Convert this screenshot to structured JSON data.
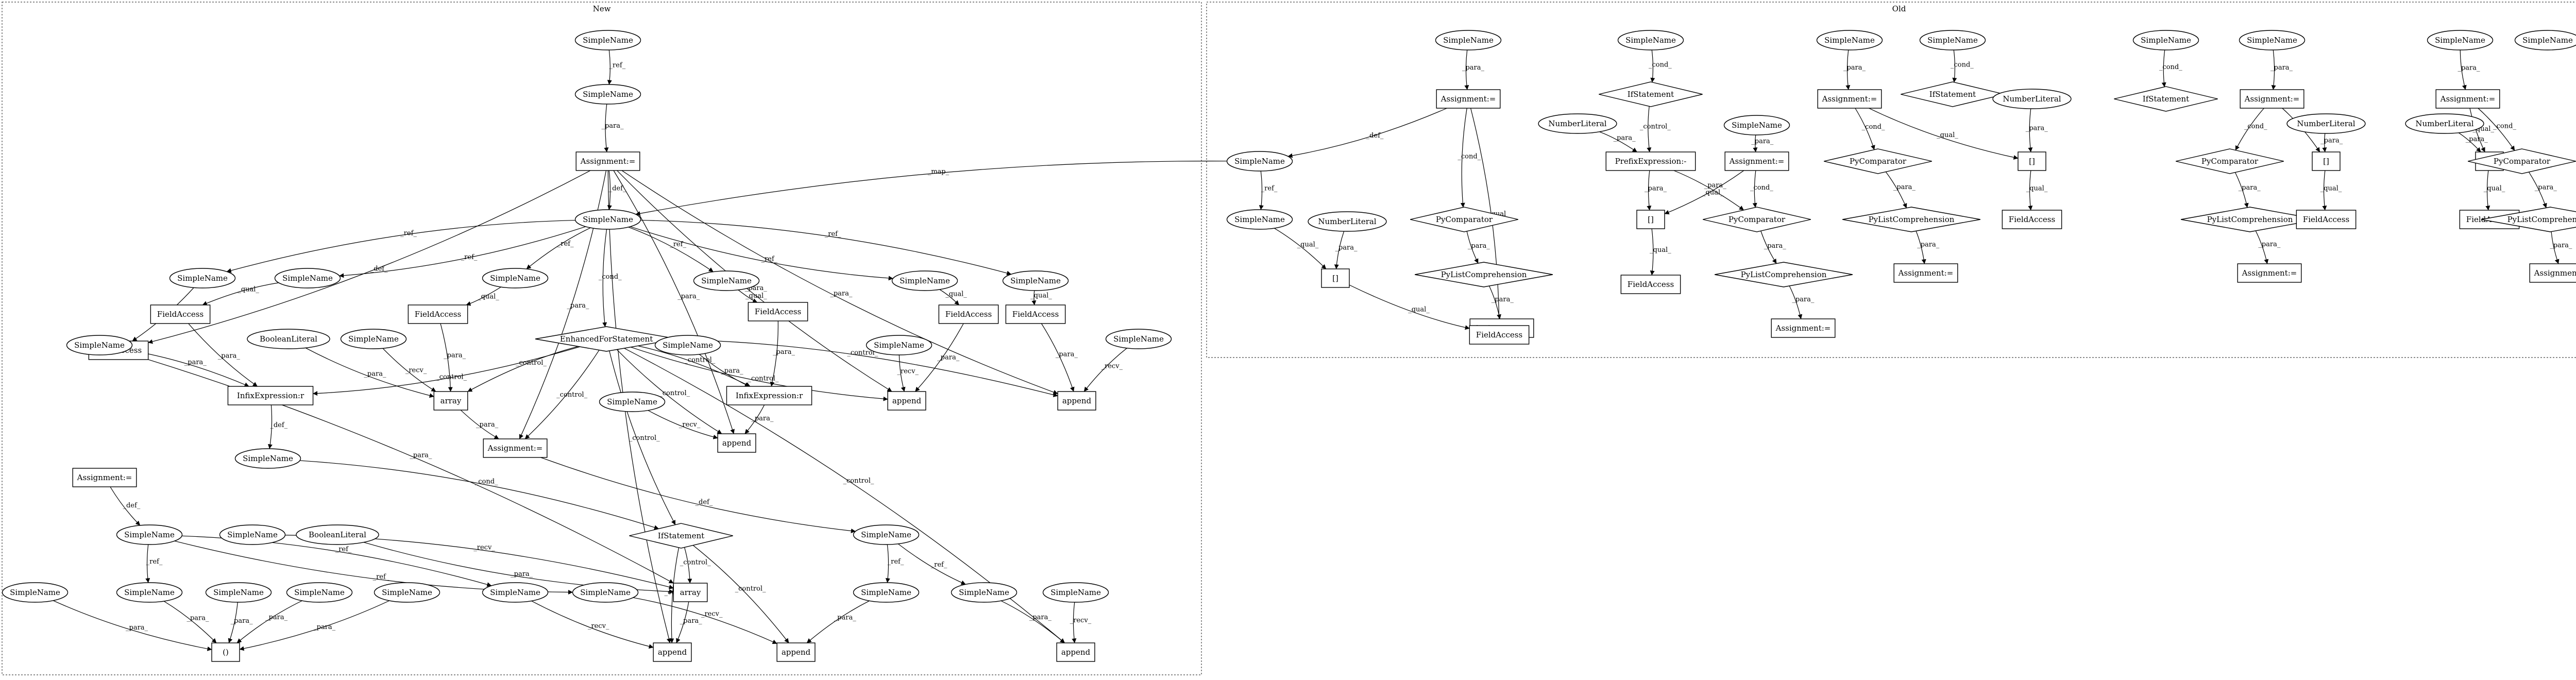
{
  "clusters": [
    {
      "id": "new",
      "label": "New"
    },
    {
      "id": "old",
      "label": "Old"
    }
  ],
  "nodes": [
    {
      "id": "n1",
      "label": "SimpleName",
      "shape": "ellipse"
    },
    {
      "id": "n2",
      "label": "SimpleName",
      "shape": "ellipse"
    },
    {
      "id": "n3",
      "label": "Assignment:=",
      "shape": "box"
    },
    {
      "id": "n4",
      "label": "SimpleName",
      "shape": "ellipse"
    },
    {
      "id": "n5",
      "label": "SimpleName",
      "shape": "ellipse"
    },
    {
      "id": "n6",
      "label": "SimpleName",
      "shape": "ellipse"
    },
    {
      "id": "n7",
      "label": "SimpleName",
      "shape": "ellipse"
    },
    {
      "id": "n8",
      "label": "SimpleName",
      "shape": "ellipse"
    },
    {
      "id": "n9",
      "label": "SimpleName",
      "shape": "ellipse"
    },
    {
      "id": "n10",
      "label": "SimpleName",
      "shape": "ellipse"
    },
    {
      "id": "n11",
      "label": "EnhancedForStatement",
      "shape": "diamond"
    },
    {
      "id": "n12",
      "label": "FieldAccess",
      "shape": "box"
    },
    {
      "id": "n13",
      "label": "FieldAccess",
      "shape": "box"
    },
    {
      "id": "n14",
      "label": "FieldAccess",
      "shape": "box"
    },
    {
      "id": "n15",
      "label": "FieldAccess",
      "shape": "box"
    },
    {
      "id": "n16",
      "label": "FieldAccess",
      "shape": "box"
    },
    {
      "id": "n17",
      "label": "FieldAccess",
      "shape": "box"
    },
    {
      "id": "n18",
      "label": "SimpleName",
      "shape": "ellipse"
    },
    {
      "id": "n19",
      "label": "BooleanLiteral",
      "shape": "ellipse"
    },
    {
      "id": "n20",
      "label": "SimpleName",
      "shape": "ellipse"
    },
    {
      "id": "n21",
      "label": "SimpleName",
      "shape": "ellipse"
    },
    {
      "id": "n22",
      "label": "SimpleName",
      "shape": "ellipse"
    },
    {
      "id": "n23",
      "label": "SimpleName",
      "shape": "ellipse"
    },
    {
      "id": "n24",
      "label": "InfixExpression:r",
      "shape": "box"
    },
    {
      "id": "n25",
      "label": "array",
      "shape": "box"
    },
    {
      "id": "n26",
      "label": "InfixExpression:r",
      "shape": "box"
    },
    {
      "id": "n27",
      "label": "append",
      "shape": "box"
    },
    {
      "id": "n28",
      "label": "append",
      "shape": "box"
    },
    {
      "id": "n29",
      "label": "SimpleName",
      "shape": "ellipse"
    },
    {
      "id": "n30",
      "label": "append",
      "shape": "box"
    },
    {
      "id": "n31",
      "label": "SimpleName",
      "shape": "ellipse"
    },
    {
      "id": "n32",
      "label": "Assignment:=",
      "shape": "box"
    },
    {
      "id": "n33",
      "label": "Assignment:=",
      "shape": "box"
    },
    {
      "id": "n34",
      "label": "IfStatement",
      "shape": "diamond"
    },
    {
      "id": "n35",
      "label": "SimpleName",
      "shape": "ellipse"
    },
    {
      "id": "n36",
      "label": "SimpleName",
      "shape": "ellipse"
    },
    {
      "id": "n37",
      "label": "SimpleName",
      "shape": "ellipse"
    },
    {
      "id": "n38",
      "label": "BooleanLiteral",
      "shape": "ellipse"
    },
    {
      "id": "n39",
      "label": "SimpleName",
      "shape": "ellipse"
    },
    {
      "id": "n40",
      "label": "SimpleName",
      "shape": "ellipse"
    },
    {
      "id": "n41",
      "label": "SimpleName",
      "shape": "ellipse"
    },
    {
      "id": "n42",
      "label": "SimpleName",
      "shape": "ellipse"
    },
    {
      "id": "n43",
      "label": "SimpleName",
      "shape": "ellipse"
    },
    {
      "id": "n44",
      "label": "SimpleName",
      "shape": "ellipse"
    },
    {
      "id": "n45",
      "label": "SimpleName",
      "shape": "ellipse"
    },
    {
      "id": "n46",
      "label": "array",
      "shape": "box"
    },
    {
      "id": "n47",
      "label": "SimpleName",
      "shape": "ellipse"
    },
    {
      "id": "n48",
      "label": "SimpleName",
      "shape": "ellipse"
    },
    {
      "id": "n49",
      "label": "SimpleName",
      "shape": "ellipse"
    },
    {
      "id": "n50",
      "label": "()",
      "shape": "box"
    },
    {
      "id": "n51",
      "label": "append",
      "shape": "box"
    },
    {
      "id": "n52",
      "label": "append",
      "shape": "box"
    },
    {
      "id": "n53",
      "label": "append",
      "shape": "box"
    },
    {
      "id": "o1",
      "label": "SimpleName",
      "shape": "ellipse"
    },
    {
      "id": "o2",
      "label": "Assignment:=",
      "shape": "box"
    },
    {
      "id": "o3",
      "label": "SimpleName",
      "shape": "ellipse"
    },
    {
      "id": "o4",
      "label": "PyComparator",
      "shape": "diamond"
    },
    {
      "id": "o5",
      "label": "SimpleName",
      "shape": "ellipse"
    },
    {
      "id": "o6",
      "label": "NumberLiteral",
      "shape": "ellipse"
    },
    {
      "id": "o7",
      "label": "PyListComprehension",
      "shape": "diamond"
    },
    {
      "id": "o8",
      "label": "[]",
      "shape": "box"
    },
    {
      "id": "o9",
      "label": "Assignment:=",
      "shape": "box"
    },
    {
      "id": "o10",
      "label": "FieldAccess",
      "shape": "box"
    },
    {
      "id": "o11",
      "label": "SimpleName",
      "shape": "ellipse"
    },
    {
      "id": "o12",
      "label": "IfStatement",
      "shape": "diamond"
    },
    {
      "id": "o13",
      "label": "NumberLiteral",
      "shape": "ellipse"
    },
    {
      "id": "o14",
      "label": "PrefixExpression:-",
      "shape": "box"
    },
    {
      "id": "o15",
      "label": "SimpleName",
      "shape": "ellipse"
    },
    {
      "id": "o16",
      "label": "Assignment:=",
      "shape": "box"
    },
    {
      "id": "o17",
      "label": "[]",
      "shape": "box"
    },
    {
      "id": "o18",
      "label": "PyComparator",
      "shape": "diamond"
    },
    {
      "id": "o19",
      "label": "FieldAccess",
      "shape": "box"
    },
    {
      "id": "o20",
      "label": "PyListComprehension",
      "shape": "diamond"
    },
    {
      "id": "o21",
      "label": "Assignment:=",
      "shape": "box"
    },
    {
      "id": "o22",
      "label": "SimpleName",
      "shape": "ellipse"
    },
    {
      "id": "o23",
      "label": "SimpleName",
      "shape": "ellipse"
    },
    {
      "id": "o24",
      "label": "Assignment:=",
      "shape": "box"
    },
    {
      "id": "o25",
      "label": "IfStatement",
      "shape": "diamond"
    },
    {
      "id": "o26",
      "label": "NumberLiteral",
      "shape": "ellipse"
    },
    {
      "id": "o27",
      "label": "[]",
      "shape": "box"
    },
    {
      "id": "o28",
      "label": "PyComparator",
      "shape": "diamond"
    },
    {
      "id": "o29",
      "label": "PyListComprehension",
      "shape": "diamond"
    },
    {
      "id": "o30",
      "label": "FieldAccess",
      "shape": "box"
    },
    {
      "id": "o31",
      "label": "Assignment:=",
      "shape": "box"
    },
    {
      "id": "o32",
      "label": "SimpleName",
      "shape": "ellipse"
    },
    {
      "id": "o33",
      "label": "IfStatement",
      "shape": "diamond"
    },
    {
      "id": "o34",
      "label": "SimpleName",
      "shape": "ellipse"
    },
    {
      "id": "o35",
      "label": "Assignment:=",
      "shape": "box"
    },
    {
      "id": "o36",
      "label": "NumberLiteral",
      "shape": "ellipse"
    },
    {
      "id": "o37",
      "label": "PyComparator",
      "shape": "diamond"
    },
    {
      "id": "o38",
      "label": "[]",
      "shape": "box"
    },
    {
      "id": "o39",
      "label": "PyListComprehension",
      "shape": "diamond"
    },
    {
      "id": "o40",
      "label": "FieldAccess",
      "shape": "box"
    },
    {
      "id": "o41",
      "label": "Assignment:=",
      "shape": "box"
    },
    {
      "id": "o42",
      "label": "SimpleName",
      "shape": "ellipse"
    },
    {
      "id": "o43",
      "label": "SimpleName",
      "shape": "ellipse"
    },
    {
      "id": "o44",
      "label": "NumberLiteral",
      "shape": "ellipse"
    },
    {
      "id": "o45",
      "label": "Assignment:=",
      "shape": "box"
    },
    {
      "id": "o46",
      "label": "[]",
      "shape": "box"
    },
    {
      "id": "o47",
      "label": "PyComparator",
      "shape": "diamond"
    },
    {
      "id": "o48",
      "label": "FieldAccess",
      "shape": "box"
    },
    {
      "id": "o49",
      "label": "PyListComprehension",
      "shape": "diamond"
    },
    {
      "id": "o50",
      "label": "Assignment:=",
      "shape": "box"
    }
  ],
  "edges": [
    {
      "from": "n1",
      "to": "n2",
      "label": "_ref_"
    },
    {
      "from": "n2",
      "to": "n3",
      "label": "_para_"
    },
    {
      "from": "n3",
      "to": "n4",
      "label": "_def_"
    },
    {
      "from": "n3",
      "to": "n28",
      "label": "_para_"
    },
    {
      "from": "n3",
      "to": "n30",
      "label": "_para_"
    },
    {
      "from": "n3",
      "to": "n27",
      "label": "_para_"
    },
    {
      "from": "n3",
      "to": "n32",
      "label": "_para_"
    },
    {
      "from": "n3",
      "to": "n51",
      "label": "_para_"
    },
    {
      "from": "n3",
      "to": "n12",
      "label": "_def_"
    },
    {
      "from": "n4",
      "to": "n5",
      "label": "_ref_"
    },
    {
      "from": "n4",
      "to": "n6",
      "label": "_ref_"
    },
    {
      "from": "n4",
      "to": "n7",
      "label": "_ref_"
    },
    {
      "from": "n4",
      "to": "n8",
      "label": "_ref_"
    },
    {
      "from": "n4",
      "to": "n9",
      "label": "_ref_"
    },
    {
      "from": "n4",
      "to": "n10",
      "label": "_ref_"
    },
    {
      "from": "n4",
      "to": "n11",
      "label": "_cond_"
    },
    {
      "from": "n5",
      "to": "n12",
      "label": "_qual_"
    },
    {
      "from": "n6",
      "to": "n13",
      "label": "_qual_"
    },
    {
      "from": "n7",
      "to": "n14",
      "label": "_qual_"
    },
    {
      "from": "n8",
      "to": "n15",
      "label": "_qual_"
    },
    {
      "from": "n9",
      "to": "n16",
      "label": "_qual_"
    },
    {
      "from": "n10",
      "to": "n17",
      "label": "_qual_"
    },
    {
      "from": "n11",
      "to": "n24",
      "label": "_control_"
    },
    {
      "from": "n11",
      "to": "n25",
      "label": "_control_"
    },
    {
      "from": "n11",
      "to": "n26",
      "label": "_control_"
    },
    {
      "from": "n11",
      "to": "n27",
      "label": "_control_"
    },
    {
      "from": "n11",
      "to": "n28",
      "label": "_control_"
    },
    {
      "from": "n11",
      "to": "n30",
      "label": "_control_"
    },
    {
      "from": "n11",
      "to": "n32",
      "label": "_control_"
    },
    {
      "from": "n11",
      "to": "n34",
      "label": "_control_"
    },
    {
      "from": "n11",
      "to": "n53",
      "label": "_control_"
    },
    {
      "from": "n13",
      "to": "n24",
      "label": "_para_"
    },
    {
      "from": "n18",
      "to": "n24",
      "label": "_para_"
    },
    {
      "from": "n19",
      "to": "n25",
      "label": "_para_"
    },
    {
      "from": "n14",
      "to": "n25",
      "label": "_para_"
    },
    {
      "from": "n20",
      "to": "n25",
      "label": "_recv_"
    },
    {
      "from": "n15",
      "to": "n26",
      "label": "_para_"
    },
    {
      "from": "n21",
      "to": "n26",
      "label": "_para_"
    },
    {
      "from": "n16",
      "to": "n27",
      "label": "_para_"
    },
    {
      "from": "n22",
      "to": "n27",
      "label": "_recv_"
    },
    {
      "from": "n17",
      "to": "n28",
      "label": "_para_"
    },
    {
      "from": "n23",
      "to": "n28",
      "label": "_recv_"
    },
    {
      "from": "n24",
      "to": "n31",
      "label": "_def_"
    },
    {
      "from": "n25",
      "to": "n32",
      "label": "_para_"
    },
    {
      "from": "n26",
      "to": "n30",
      "label": "_para_"
    },
    {
      "from": "n29",
      "to": "n30",
      "label": "_recv_"
    },
    {
      "from": "n31",
      "to": "n34",
      "label": "_cond_"
    },
    {
      "from": "n32",
      "to": "n36",
      "label": "_def_"
    },
    {
      "from": "n12",
      "to": "n46",
      "label": "_para_"
    },
    {
      "from": "n33",
      "to": "n35",
      "label": "_def_"
    },
    {
      "from": "n34",
      "to": "n46",
      "label": "_control_"
    },
    {
      "from": "n34",
      "to": "n51",
      "label": "_control_"
    },
    {
      "from": "n34",
      "to": "n52",
      "label": "_control_"
    },
    {
      "from": "n35",
      "to": "n39",
      "label": "_ref_"
    },
    {
      "from": "n35",
      "to": "n40",
      "label": "_ref_"
    },
    {
      "from": "n35",
      "to": "n41",
      "label": "_ref_"
    },
    {
      "from": "n36",
      "to": "n42",
      "label": "_ref_"
    },
    {
      "from": "n36",
      "to": "n43",
      "label": "_ref_"
    },
    {
      "from": "n37",
      "to": "n46",
      "label": "_recv_"
    },
    {
      "from": "n38",
      "to": "n46",
      "label": "_para_"
    },
    {
      "from": "n39",
      "to": "n50",
      "label": "_para_"
    },
    {
      "from": "n40",
      "to": "n51",
      "label": "_recv_"
    },
    {
      "from": "n41",
      "to": "n52",
      "label": "_recv_"
    },
    {
      "from": "n42",
      "to": "n52",
      "label": "_para_"
    },
    {
      "from": "n43",
      "to": "n53",
      "label": "_para_"
    },
    {
      "from": "n44",
      "to": "n50",
      "label": "_para_"
    },
    {
      "from": "n45",
      "to": "n50",
      "label": "_para_"
    },
    {
      "from": "n47",
      "to": "n50",
      "label": "_para_"
    },
    {
      "from": "n48",
      "to": "n50",
      "label": "_para_"
    },
    {
      "from": "n49",
      "to": "n53",
      "label": "_recv_"
    },
    {
      "from": "n46",
      "to": "n51",
      "label": "_para_"
    },
    {
      "from": "o1",
      "to": "o2",
      "label": "_para_"
    },
    {
      "from": "o2",
      "to": "o3",
      "label": "_def_"
    },
    {
      "from": "o2",
      "to": "o4",
      "label": "_cond_"
    },
    {
      "from": "o2",
      "to": "o10",
      "label": "_qual_"
    },
    {
      "from": "o3",
      "to": "n4",
      "label": "_map_"
    },
    {
      "from": "o3",
      "to": "o5",
      "label": "_ref_"
    },
    {
      "from": "o4",
      "to": "o7",
      "label": "_para_"
    },
    {
      "from": "o5",
      "to": "o8",
      "label": "_qual_"
    },
    {
      "from": "o6",
      "to": "o8",
      "label": "_para_"
    },
    {
      "from": "o7",
      "to": "o9",
      "label": "_para_"
    },
    {
      "from": "o8",
      "to": "o10",
      "label": "_qual_"
    },
    {
      "from": "o11",
      "to": "o12",
      "label": "_cond_"
    },
    {
      "from": "o12",
      "to": "o14",
      "label": "_control_"
    },
    {
      "from": "o13",
      "to": "o14",
      "label": "_para_"
    },
    {
      "from": "o14",
      "to": "o17",
      "label": "_para_"
    },
    {
      "from": "o14",
      "to": "o18",
      "label": "_para_"
    },
    {
      "from": "o15",
      "to": "o16",
      "label": "_para_"
    },
    {
      "from": "o16",
      "to": "o17",
      "label": "_qual_"
    },
    {
      "from": "o16",
      "to": "o18",
      "label": "_cond_"
    },
    {
      "from": "o17",
      "to": "o19",
      "label": "_qual_"
    },
    {
      "from": "o18",
      "to": "o20",
      "label": "_para_"
    },
    {
      "from": "o20",
      "to": "o21",
      "label": "_para_"
    },
    {
      "from": "o22",
      "to": "o24",
      "label": "_para_"
    },
    {
      "from": "o23",
      "to": "o25",
      "label": "_cond_"
    },
    {
      "from": "o24",
      "to": "o27",
      "label": "_qual_"
    },
    {
      "from": "o24",
      "to": "o28",
      "label": "_cond_"
    },
    {
      "from": "o26",
      "to": "o27",
      "label": "_para_"
    },
    {
      "from": "o28",
      "to": "o29",
      "label": "_para_"
    },
    {
      "from": "o27",
      "to": "o30",
      "label": "_qual_"
    },
    {
      "from": "o29",
      "to": "o31",
      "label": "_para_"
    },
    {
      "from": "o32",
      "to": "o33",
      "label": "_cond_"
    },
    {
      "from": "o34",
      "to": "o35",
      "label": "_para_"
    },
    {
      "from": "o35",
      "to": "o37",
      "label": "_cond_"
    },
    {
      "from": "o35",
      "to": "o38",
      "label": "_qual_"
    },
    {
      "from": "o36",
      "to": "o38",
      "label": "_para_"
    },
    {
      "from": "o37",
      "to": "o39",
      "label": "_para_"
    },
    {
      "from": "o38",
      "to": "o40",
      "label": "_qual_"
    },
    {
      "from": "o39",
      "to": "o41",
      "label": "_para_"
    },
    {
      "from": "o42",
      "to": "o45",
      "label": "_para_"
    },
    {
      "from": "o44",
      "to": "o46",
      "label": "_para_"
    },
    {
      "from": "o45",
      "to": "o46",
      "label": "_qual_"
    },
    {
      "from": "o45",
      "to": "o47",
      "label": "_cond_"
    },
    {
      "from": "o46",
      "to": "o48",
      "label": "_qual_"
    },
    {
      "from": "o47",
      "to": "o49",
      "label": "_para_"
    },
    {
      "from": "o49",
      "to": "o50",
      "label": "_para_"
    }
  ]
}
